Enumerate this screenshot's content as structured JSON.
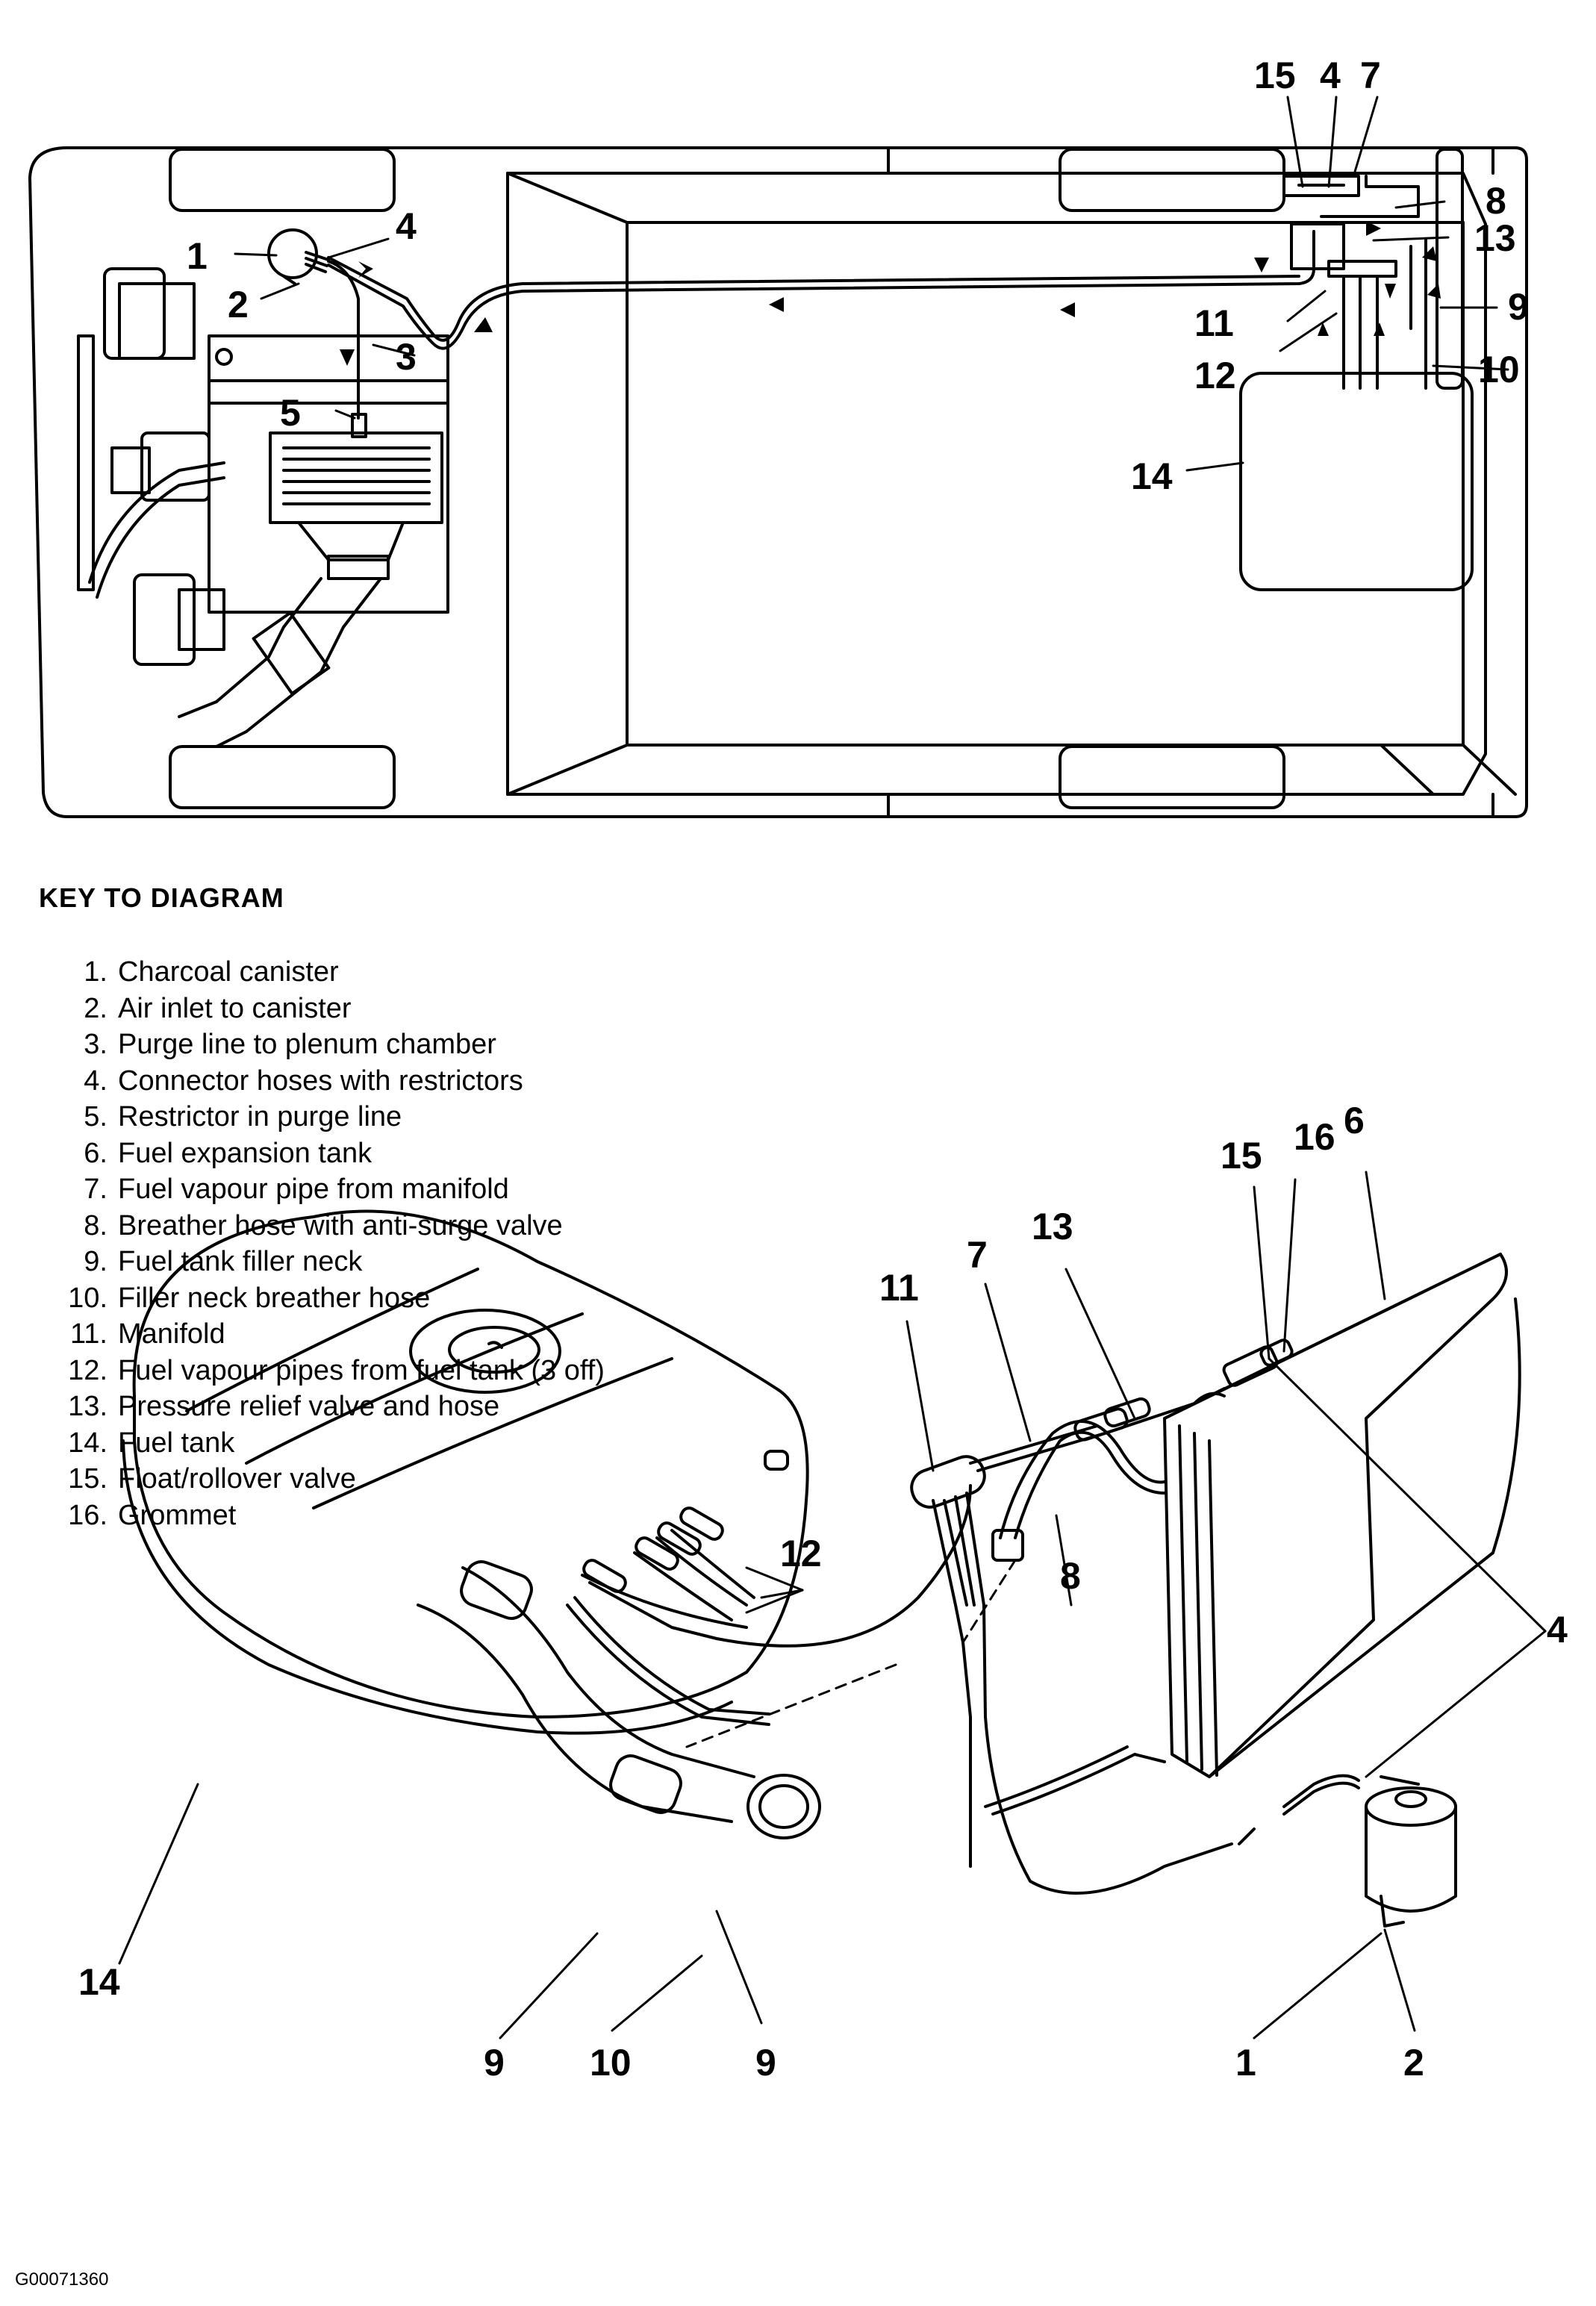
{
  "top_view": {
    "callouts": [
      "1",
      "2",
      "3",
      "4",
      "5",
      "7",
      "8",
      "9",
      "10",
      "11",
      "12",
      "13",
      "14",
      "15",
      "4"
    ]
  },
  "bottom_view": {
    "callouts": [
      "11",
      "7",
      "13",
      "15",
      "16",
      "6",
      "8",
      "12",
      "4",
      "14",
      "9",
      "10",
      "9",
      "1",
      "2"
    ]
  },
  "key": {
    "title": "KEY TO DIAGRAM",
    "items": [
      {
        "num": "1.",
        "text": "Charcoal canister"
      },
      {
        "num": "2.",
        "text": "Air inlet to canister"
      },
      {
        "num": "3.",
        "text": "Purge line to plenum chamber"
      },
      {
        "num": "4.",
        "text": "Connector hoses with restrictors"
      },
      {
        "num": "5.",
        "text": "Restrictor in purge line"
      },
      {
        "num": "6.",
        "text": "Fuel expansion tank"
      },
      {
        "num": "7.",
        "text": "Fuel vapour pipe from manifold"
      },
      {
        "num": "8.",
        "text": "Breather hose with anti-surge valve"
      },
      {
        "num": "9.",
        "text": "Fuel tank filler neck"
      },
      {
        "num": "10.",
        "text": "Filler neck breather hose"
      },
      {
        "num": "11.",
        "text": "Manifold"
      },
      {
        "num": "12.",
        "text": "Fuel vapour pipes from fuel tank (3 off)"
      },
      {
        "num": "13.",
        "text": "Pressure relief valve and hose"
      },
      {
        "num": "14.",
        "text": "Fuel tank"
      },
      {
        "num": "15.",
        "text": "Float/rollover valve"
      },
      {
        "num": "16.",
        "text": "Grommet"
      }
    ]
  },
  "figure_id": "G00071360"
}
